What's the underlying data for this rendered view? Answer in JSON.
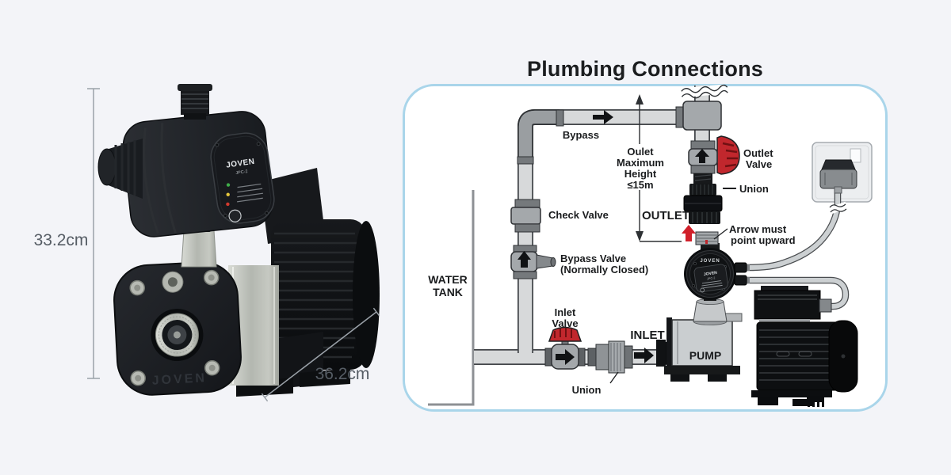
{
  "product": {
    "dim_height": "33.2cm",
    "dim_width": "36.2cm",
    "embossed_brand": "JOVEN",
    "controller_brand": "JOVEN",
    "controller_model": "JPC-2",
    "led_colors": [
      "#3fae4a",
      "#e5c63c",
      "#d23a2e"
    ]
  },
  "diagram": {
    "title": "Plumbing Connections",
    "device": {
      "brand": "JOVEN",
      "model": "JPC-2"
    },
    "labels": {
      "bypass": "Bypass",
      "outlet_max_height": [
        "Oulet",
        "Maximum",
        "Height",
        "≤15m"
      ],
      "outlet_valve": [
        "Outlet",
        "Valve"
      ],
      "union_top": "Union",
      "outlet": "OUTLET",
      "arrow_note": [
        "Arrow must",
        "point upward"
      ],
      "check_valve": "Check Valve",
      "bypass_valve": [
        "Bypass Valve",
        "(Normally Closed)"
      ],
      "water_tank": [
        "WATER",
        "TANK"
      ],
      "inlet_valve": [
        "Inlet",
        "Valve"
      ],
      "inlet": "INLET",
      "union_bottom": "Union",
      "pump": "PUMP"
    },
    "colors": {
      "page_bg": "#f3f4f8",
      "panel_border": "#a9d5ea",
      "pipe": "#d7d9da",
      "fitting": "#a4a8ab",
      "dark_fitting": "#75797c",
      "valve_red": "#c1272d",
      "arrow_red": "#d1202a",
      "ink": "#1a1c1e",
      "dim_line": "#9aa1a8",
      "dim_text": "#565d65"
    }
  }
}
